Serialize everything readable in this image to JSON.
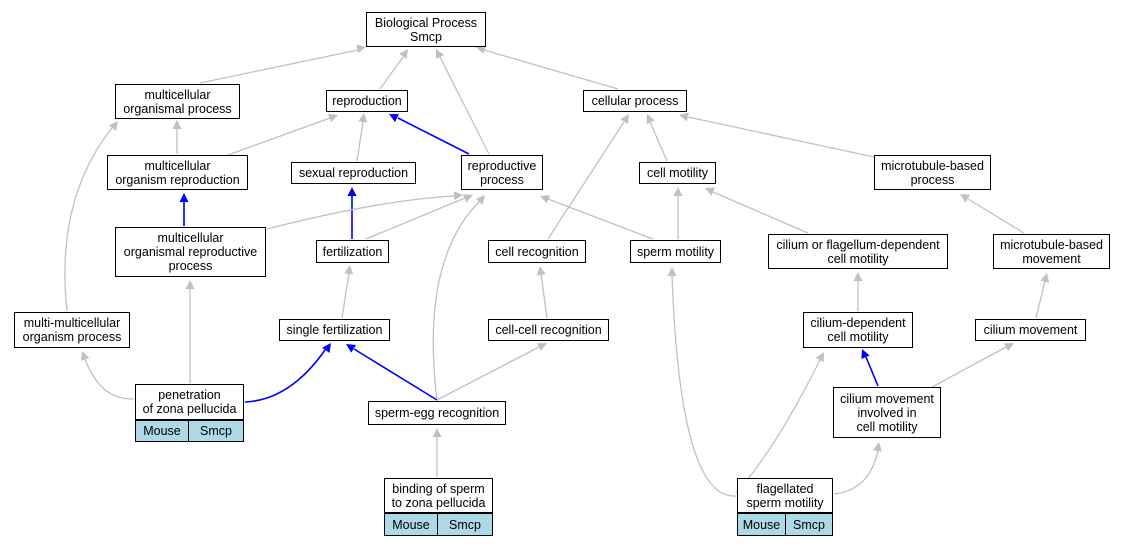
{
  "colors": {
    "gray_edge": "#c0c0c0",
    "blue_edge": "#0000ff",
    "tag_fill": "#add8e6"
  },
  "nodes": {
    "bp": "Biological Process\nSmcp",
    "mop": "multicellular\norganismal process",
    "repro": "reproduction",
    "cp": "cellular process",
    "mor": "multicellular\norganism reproduction",
    "sr": "sexual reproduction",
    "rp": "reproductive\nprocess",
    "cm": "cell motility",
    "mbp": "microtubule-based\nprocess",
    "morp": "multicellular\norganismal reproductive\nprocess",
    "fert": "fertilization",
    "cr": "cell recognition",
    "sm": "sperm motility",
    "cfdcm": "cilium or flagellum-dependent\ncell motility",
    "mbm": "microtubule-based\nmovement",
    "mmop": "multi-multicellular\norganism process",
    "sf": "single fertilization",
    "ccr": "cell-cell recognition",
    "cdcm": "cilium-dependent\ncell motility",
    "cmov": "cilium movement",
    "pzp": "penetration\nof zona pellucida",
    "ser": "sperm-egg recognition",
    "cmicm": "cilium movement\ninvolved in\ncell motility",
    "bszp": "binding of sperm\nto zona pellucida",
    "fsm": "flagellated\nsperm motility"
  },
  "tags": {
    "pzp": [
      "Mouse",
      "Smcp"
    ],
    "bszp": [
      "Mouse",
      "Smcp"
    ],
    "fsm": [
      "Mouse",
      "Smcp"
    ]
  },
  "edges": [
    {
      "from": "mop",
      "to": "bp",
      "color": "gray"
    },
    {
      "from": "repro",
      "to": "bp",
      "color": "gray"
    },
    {
      "from": "rp",
      "to": "bp",
      "color": "gray"
    },
    {
      "from": "cp",
      "to": "bp",
      "color": "gray"
    },
    {
      "from": "mor",
      "to": "mop",
      "color": "gray"
    },
    {
      "from": "mor",
      "to": "repro",
      "color": "gray"
    },
    {
      "from": "sr",
      "to": "repro",
      "color": "gray"
    },
    {
      "from": "rp",
      "to": "repro",
      "color": "blue"
    },
    {
      "from": "cm",
      "to": "cp",
      "color": "gray"
    },
    {
      "from": "mbp",
      "to": "cp",
      "color": "gray"
    },
    {
      "from": "cr",
      "to": "cp",
      "color": "gray"
    },
    {
      "from": "morp",
      "to": "mor",
      "color": "blue"
    },
    {
      "from": "fert",
      "to": "sr",
      "color": "blue"
    },
    {
      "from": "morp",
      "to": "rp",
      "color": "gray"
    },
    {
      "from": "fert",
      "to": "rp",
      "color": "gray"
    },
    {
      "from": "sm",
      "to": "rp",
      "color": "gray"
    },
    {
      "from": "ser",
      "to": "rp",
      "color": "gray"
    },
    {
      "from": "sm",
      "to": "cm",
      "color": "gray"
    },
    {
      "from": "cfdcm",
      "to": "cm",
      "color": "gray"
    },
    {
      "from": "mbm",
      "to": "mbp",
      "color": "gray"
    },
    {
      "from": "sf",
      "to": "fert",
      "color": "gray"
    },
    {
      "from": "ccr",
      "to": "cr",
      "color": "gray"
    },
    {
      "from": "cdcm",
      "to": "cfdcm",
      "color": "gray"
    },
    {
      "from": "cmov",
      "to": "mbm",
      "color": "gray"
    },
    {
      "from": "mmop",
      "to": "mop",
      "color": "gray"
    },
    {
      "from": "pzp",
      "to": "mmop",
      "color": "gray"
    },
    {
      "from": "pzp",
      "to": "morp",
      "color": "gray"
    },
    {
      "from": "pzp",
      "to": "sf",
      "color": "blue"
    },
    {
      "from": "ser",
      "to": "sf",
      "color": "blue"
    },
    {
      "from": "ser",
      "to": "ccr",
      "color": "gray"
    },
    {
      "from": "cmicm",
      "to": "cdcm",
      "color": "blue"
    },
    {
      "from": "cmicm",
      "to": "cmov",
      "color": "gray"
    },
    {
      "from": "bszp",
      "to": "ser",
      "color": "gray"
    },
    {
      "from": "fsm",
      "to": "sm",
      "color": "gray"
    },
    {
      "from": "fsm",
      "to": "cdcm",
      "color": "gray"
    },
    {
      "from": "fsm",
      "to": "cmicm",
      "color": "gray"
    }
  ]
}
